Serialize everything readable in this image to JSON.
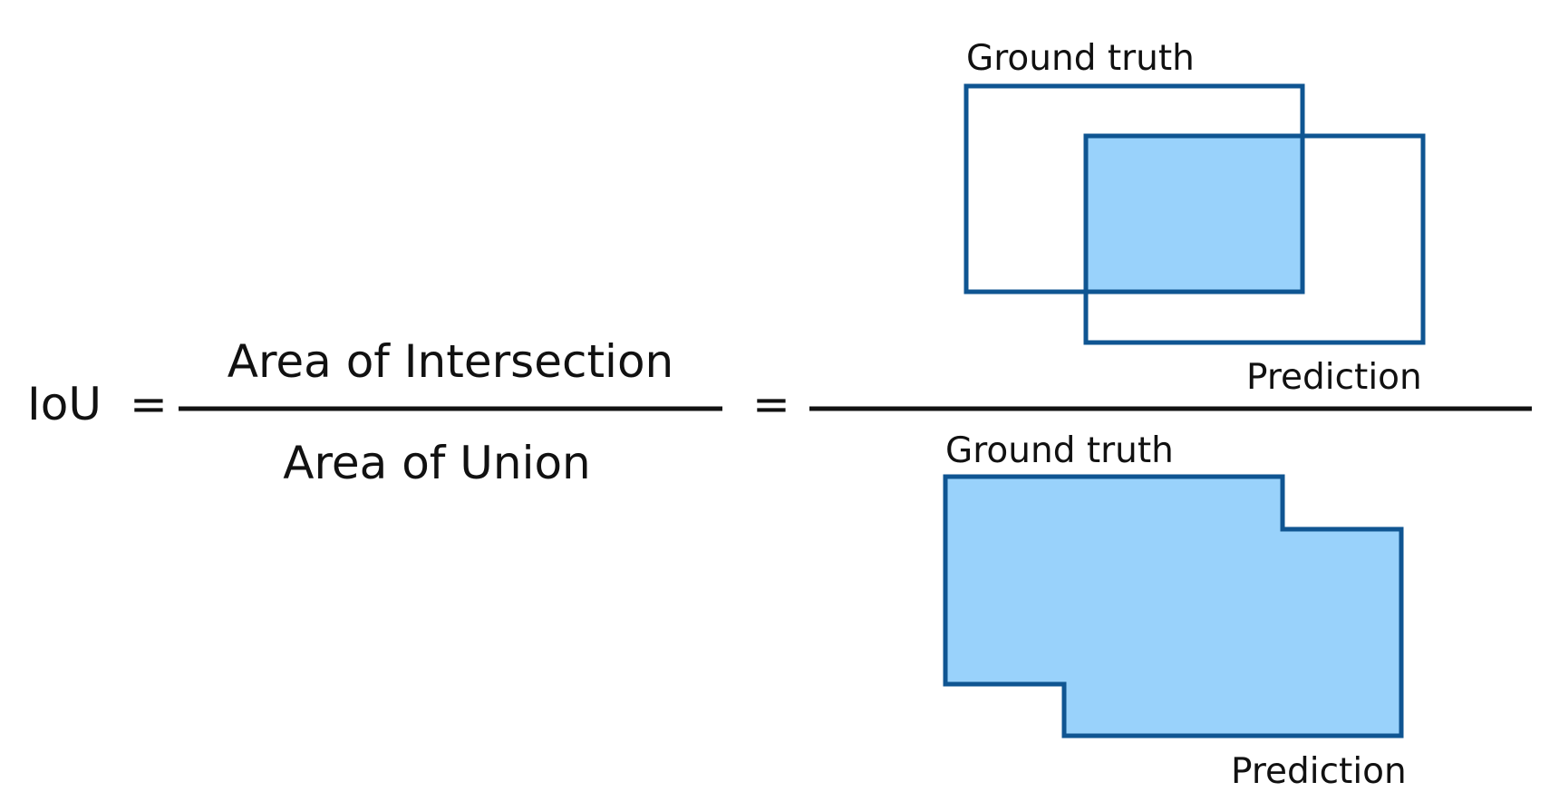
{
  "formula": {
    "lhs": "IoU",
    "equals": "=",
    "numerator": "Area of Intersection",
    "denominator": "Area of Union"
  },
  "intersection_figure": {
    "ground_truth_label": "Ground truth",
    "prediction_label": "Prediction"
  },
  "union_figure": {
    "ground_truth_label": "Ground truth",
    "prediction_label": "Prediction"
  },
  "colors": {
    "box_outline": "#0f5592",
    "box_fill": "#99d2fb",
    "fraction_line": "#111111",
    "text": "#111111"
  }
}
